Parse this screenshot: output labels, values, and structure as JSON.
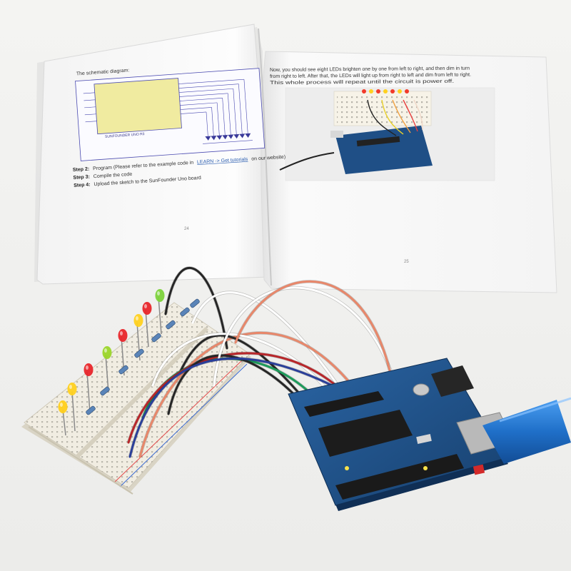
{
  "book": {
    "left_page": {
      "caption": "The schematic diagram:",
      "board_label": "SUNFOUNDER UNO R3",
      "step2_label": "Step 2:",
      "step2_text": "Program (Please refer to the example code in",
      "step2_link": "LEARN -> Get tutorials",
      "step2_tail": "on our website)",
      "step3_label": "Step 3:",
      "step3_text": "Compile the code",
      "step4_label": "Step 4:",
      "step4_text": "Upload the sketch to the SunFounder Uno board",
      "page_number": "24"
    },
    "right_page": {
      "line1": "Now, you should see eight LEDs brighten one by one from left to right, and then dim in turn",
      "line2": "from right to left. After that, the LEDs will light up from right to left and dim from left to right.",
      "line3": "This whole process will repeat until the circuit is power off.",
      "page_number": "25"
    }
  },
  "colors": {
    "background": "#f2f2f0",
    "page": "#fbfbfb",
    "board": "#1f4f86",
    "breadboard": "#f1ede2",
    "usb_cable": "#1f6fc8"
  },
  "leds": [
    {
      "color": "#ffcf1a"
    },
    {
      "color": "#ffd11f"
    },
    {
      "color": "#e8252a"
    },
    {
      "color": "#9bd52a"
    },
    {
      "color": "#e8252a"
    },
    {
      "color": "#ffd11f"
    },
    {
      "color": "#e8252a"
    },
    {
      "color": "#7cd23a"
    }
  ],
  "wires": [
    {
      "color": "#262626"
    },
    {
      "color": "#ffffff"
    },
    {
      "color": "#e8876a"
    },
    {
      "color": "#262626"
    },
    {
      "color": "#ffffff"
    },
    {
      "color": "#1c9a5a"
    },
    {
      "color": "#b8262a"
    },
    {
      "color": "#262626"
    },
    {
      "color": "#ffffff"
    },
    {
      "color": "#e8876a"
    },
    {
      "color": "#2a3f9a"
    }
  ]
}
